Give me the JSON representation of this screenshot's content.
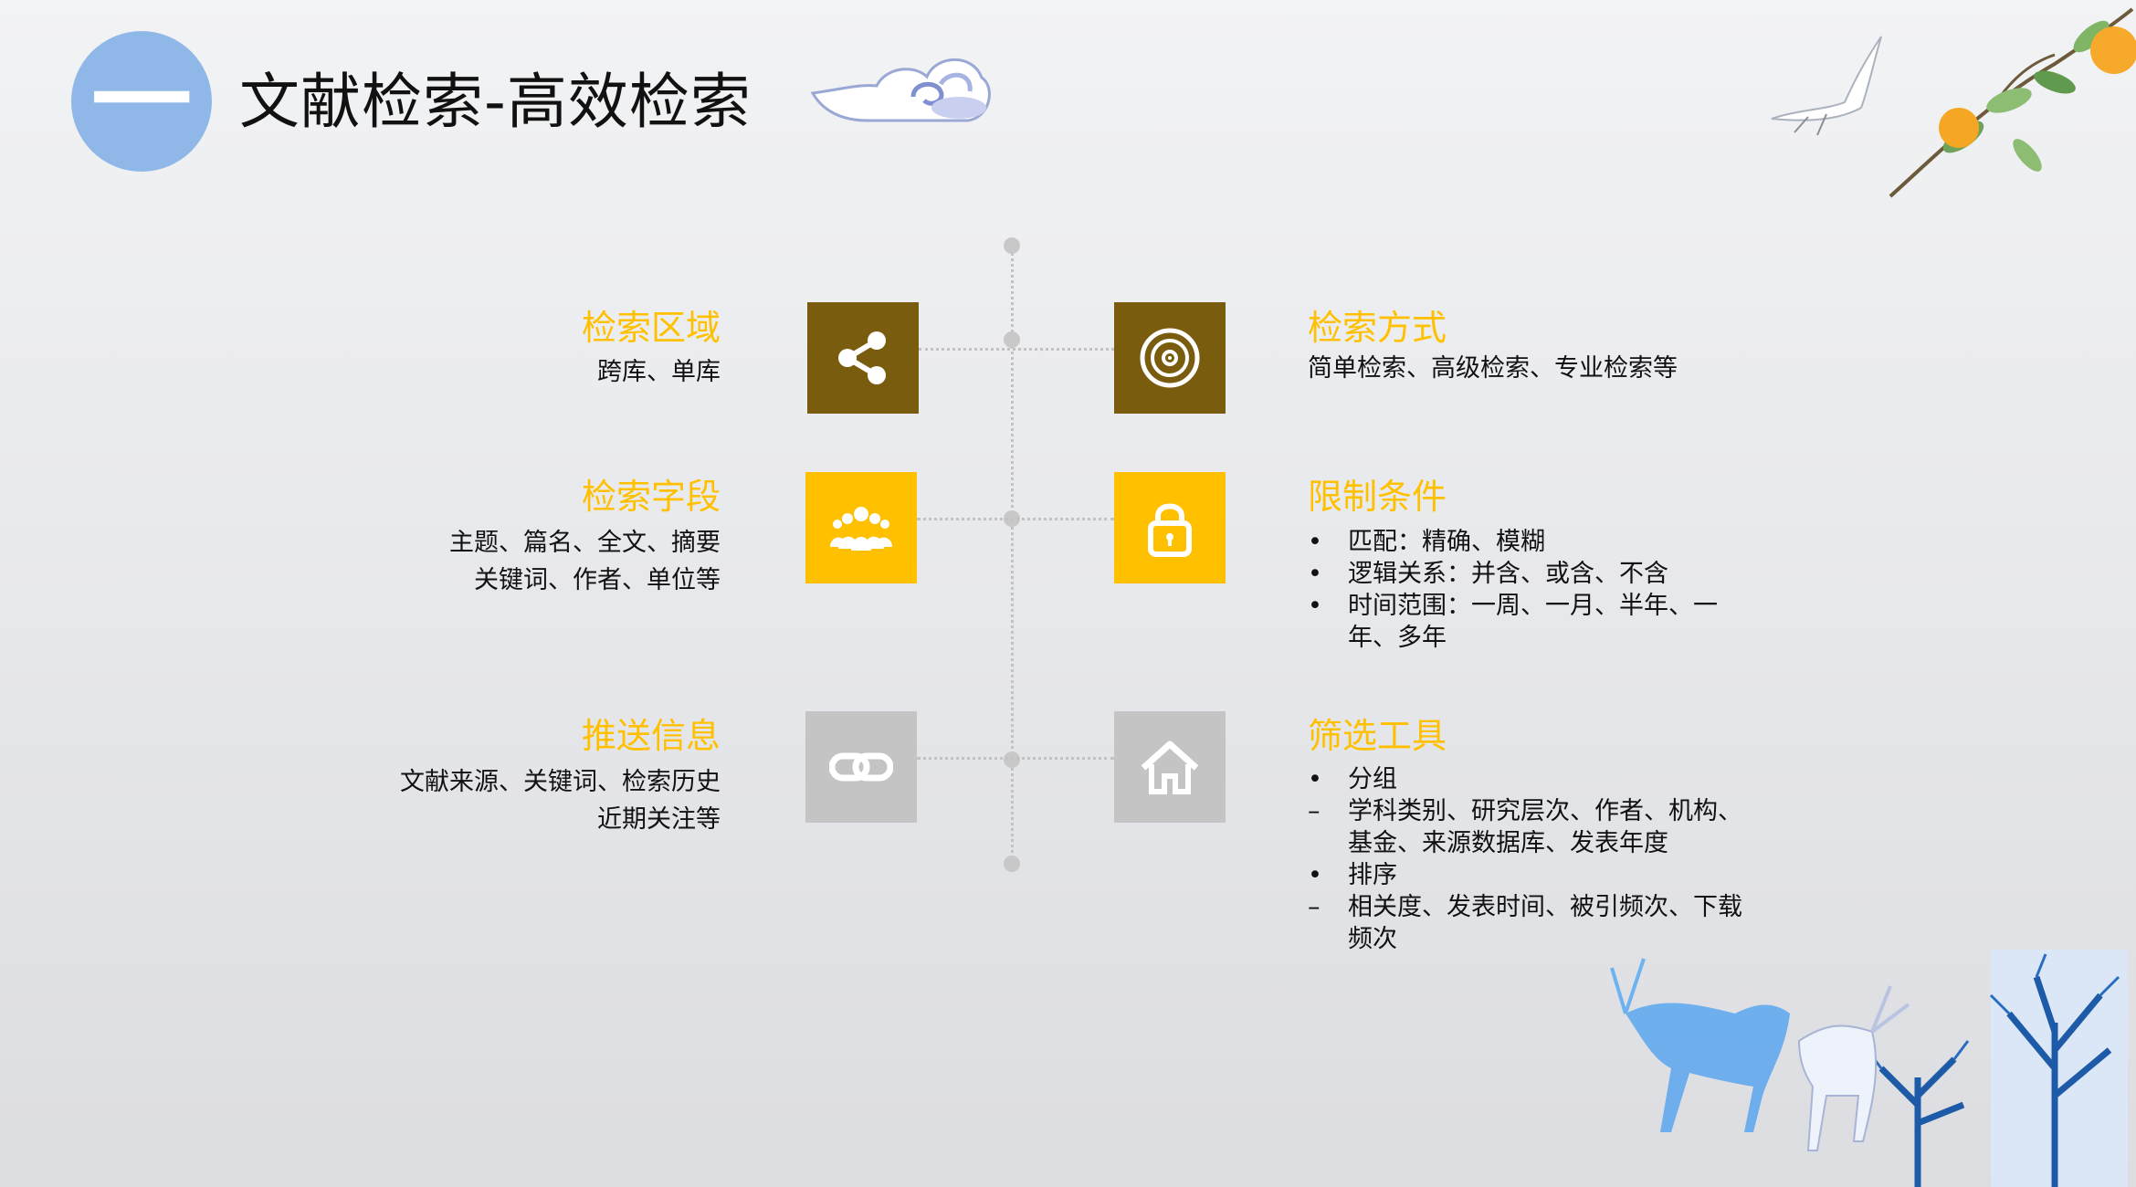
{
  "header": {
    "badge": "一",
    "title": "文献检索-高效检索"
  },
  "colors": {
    "accent_yellow": "#ffc000",
    "tile_brown": "#7a5c0e",
    "tile_grey": "#c4c4c4",
    "badge_blue": "#8fb8e8"
  },
  "left": [
    {
      "title": "检索区域",
      "lines": [
        "跨库、单库"
      ],
      "icon": "share-icon"
    },
    {
      "title": "检索字段",
      "lines": [
        "主题、篇名、全文、摘要",
        "关键词、作者、单位等"
      ],
      "icon": "group-icon"
    },
    {
      "title": "推送信息",
      "lines": [
        "文献来源、关键词、检索历史",
        "近期关注等"
      ],
      "icon": "link-icon"
    }
  ],
  "right": [
    {
      "title": "检索方式",
      "lines": [
        "简单检索、高级检索、专业检索等"
      ],
      "icon": "disc-icon"
    },
    {
      "title": "限制条件",
      "items": [
        {
          "marker": "•",
          "text": "匹配：精确、模糊"
        },
        {
          "marker": "•",
          "text": "逻辑关系：并含、或含、不含"
        },
        {
          "marker": "•",
          "text": "时间范围：一周、一月、半年、一"
        },
        {
          "marker": "",
          "text": "年、多年"
        }
      ],
      "icon": "lock-icon"
    },
    {
      "title": "筛选工具",
      "items": [
        {
          "marker": "•",
          "text": "分组"
        },
        {
          "marker": "–",
          "text": "学科类别、研究层次、作者、机构、"
        },
        {
          "marker": "",
          "text": "基金、来源数据库、发表年度"
        },
        {
          "marker": "•",
          "text": "排序"
        },
        {
          "marker": "–",
          "text": "相关度、发表时间、被引频次、下载"
        },
        {
          "marker": "",
          "text": "频次"
        }
      ],
      "icon": "home-icon"
    }
  ]
}
